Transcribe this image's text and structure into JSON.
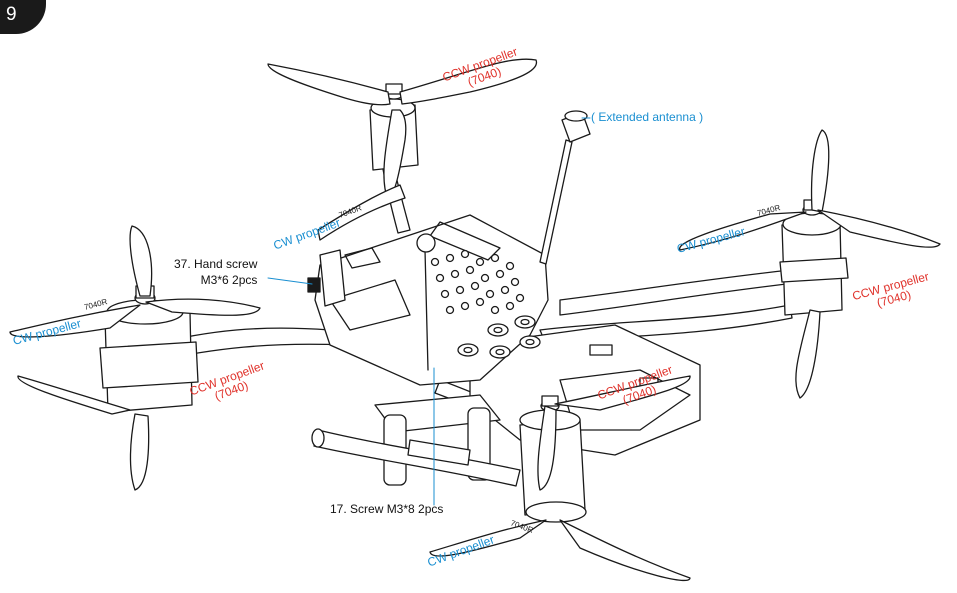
{
  "page_number": "9",
  "colors": {
    "cw": "#1a8fd1",
    "ccw": "#e0332c",
    "line": "#1a1a1a",
    "callout": "#1a8fd1"
  },
  "labels": {
    "ccw_top": {
      "line1": "CCW propeller",
      "line2": "(7040)"
    },
    "antenna": "( Extended antenna )",
    "cw_top_left": "CW propeller",
    "cw_right": "CW propeller",
    "ccw_right": {
      "line1": "CCW propeller",
      "line2": "(7040)"
    },
    "hand_screw": {
      "line1": "37. Hand screw",
      "line2": "M3*6  2pcs"
    },
    "cw_left": "CW propeller",
    "ccw_left": {
      "line1": "CCW propeller",
      "line2": "(7040)"
    },
    "ccw_front": {
      "line1": "CCW propeller",
      "line2": "(7040)"
    },
    "screw": "17. Screw  M3*8  2pcs",
    "cw_bottom": "CW propeller"
  },
  "blade_marks": [
    "7040R",
    "7040R",
    "7040R",
    "7040R"
  ]
}
